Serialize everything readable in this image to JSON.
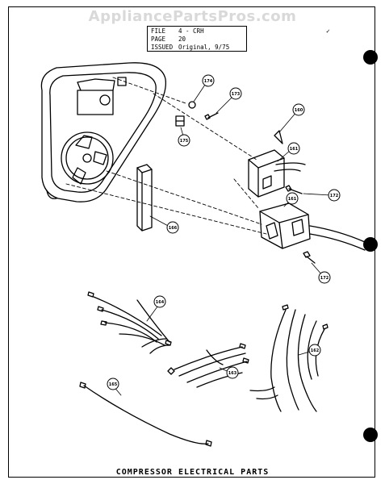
{
  "watermark": "AppliancePartsPros.com",
  "file_box": {
    "file_label": "FILE",
    "file_value": "4 - CRH",
    "page_label": "PAGE",
    "page_value": "20",
    "issued_label": "ISSUED",
    "issued_value": "Original, 9/75"
  },
  "corner_mark": "✓",
  "caption": "COMPRESSOR ELECTRICAL PARTS",
  "callouts": [
    "174",
    "173",
    "175",
    "160",
    "161",
    "172",
    "161",
    "166",
    "172",
    "164",
    "163",
    "162",
    "165"
  ]
}
